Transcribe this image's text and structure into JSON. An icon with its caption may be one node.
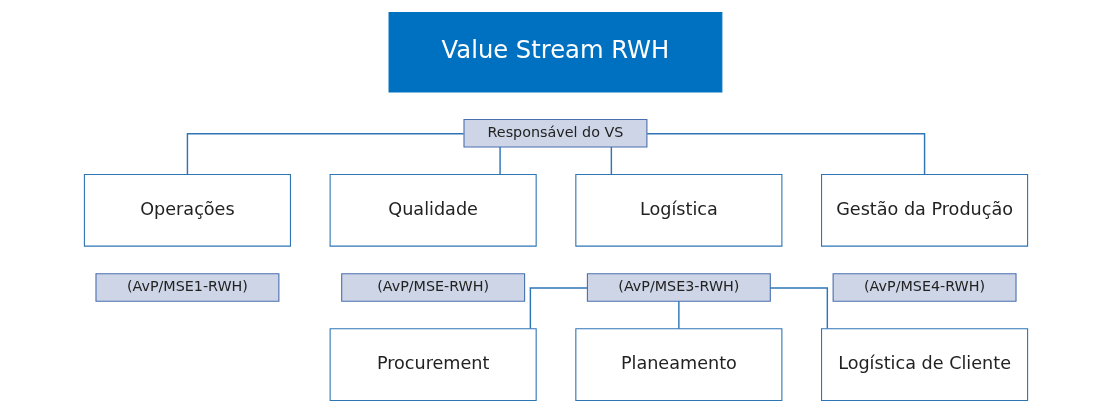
{
  "diagram": {
    "nodes": [
      {
        "text": [
          "Value Stream RWH"
        ]
      },
      {
        "text": [
          "Responsável do VS"
        ]
      },
      {
        "text": [
          "Operações"
        ]
      },
      {
        "text": [
          "(AvP/MSE1-RWH)"
        ]
      },
      {
        "text": [
          "Qualidade"
        ]
      },
      {
        "text": [
          "(AvP/MSE-RWH)"
        ]
      },
      {
        "text": [
          "Logística"
        ]
      },
      {
        "text": [
          "(AvP/MSE3-RWH)"
        ]
      },
      {
        "text": [
          "Gestão da Produção"
        ]
      },
      {
        "text": [
          "(AvP/MSE4-RWH)"
        ]
      },
      {
        "text": [
          "Procurement"
        ]
      },
      {
        "text": [
          "Planeamento"
        ]
      },
      {
        "text": [
          "Logística de Cliente"
        ]
      }
    ],
    "edges": [
      {
        "from": 1,
        "to": 2,
        "arrow": "none"
      },
      {
        "from": 1,
        "to": 4,
        "arrow": "none"
      },
      {
        "from": 1,
        "to": 6,
        "arrow": "none"
      },
      {
        "from": 1,
        "to": 8,
        "arrow": "none"
      },
      {
        "from": 7,
        "to": 10,
        "arrow": "none"
      },
      {
        "from": 7,
        "to": 11,
        "arrow": "none"
      },
      {
        "from": 7,
        "to": 12,
        "arrow": "none"
      }
    ]
  }
}
